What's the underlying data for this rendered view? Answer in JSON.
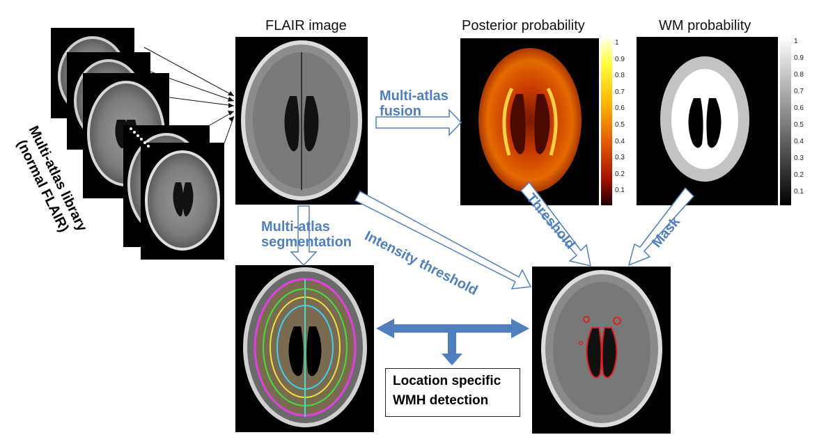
{
  "titles": {
    "flair": "FLAIR image",
    "posterior": "Posterior probability",
    "wm": "WM probability"
  },
  "library": {
    "line1": "Multi-atlas library",
    "line2": "(normal FLAIR)"
  },
  "labels": {
    "fusion_line1": "Multi-atlas",
    "fusion_line2": "fusion",
    "segmentation_line1": "Multi-atlas",
    "segmentation_line2": "segmentation",
    "intensity": "Intensity threshold",
    "threshold": "Threshold",
    "mask": "Mask"
  },
  "result_box": {
    "line1": "Location specific",
    "line2": "WMH detection"
  },
  "colorbar": {
    "ticks": [
      "1",
      "0.9",
      "0.8",
      "0.7",
      "0.6",
      "0.5",
      "0.4",
      "0.3",
      "0.2",
      "0.1"
    ]
  },
  "colors": {
    "arrow_blue": "#4f7fbf",
    "label_blue": "#4f7fbf",
    "lesion_red": "#e02020"
  }
}
